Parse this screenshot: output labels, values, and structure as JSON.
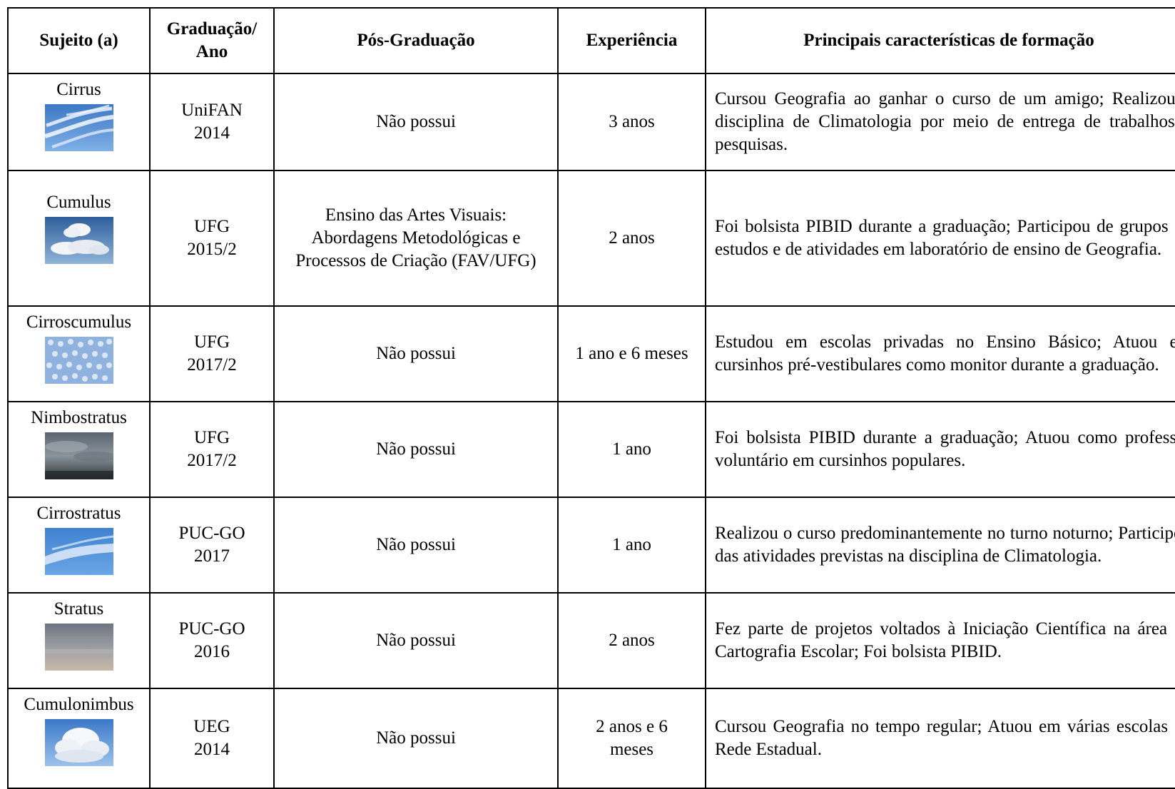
{
  "headers": {
    "sujeito": "Sujeito (a)",
    "graduacao": "Graduação/ Ano",
    "pos": "Pós-Graduação",
    "experiencia": "Experiência",
    "caracteristicas": "Principais características de formação"
  },
  "rows": [
    {
      "sujeito": "Cirrus",
      "cloud_icon": "cirrus-cloud-photo",
      "instituicao": "UniFAN",
      "ano": "2014",
      "pos": "Não possui",
      "experiencia": "3 anos",
      "caracteristicas": "Cursou Geografia ao ganhar o curso de um amigo; Realizou a disciplina de Climatologia por meio de entrega de trabalhos e pesquisas."
    },
    {
      "sujeito": "Cumulus",
      "cloud_icon": "cumulus-cloud-photo",
      "instituicao": "UFG",
      "ano": "2015/2",
      "pos": "Ensino das Artes Visuais: Abordagens Metodológicas e Processos de Criação (FAV/UFG)",
      "experiencia": "2 anos",
      "caracteristicas": "Foi bolsista PIBID durante a graduação; Participou de grupos de estudos e de atividades em laboratório de ensino de Geografia."
    },
    {
      "sujeito": "Cirroscumulus",
      "cloud_icon": "cirrocumulus-cloud-photo",
      "instituicao": "UFG",
      "ano": "2017/2",
      "pos": "Não possui",
      "experiencia": "1 ano e 6 meses",
      "caracteristicas": "Estudou em escolas privadas no Ensino Básico; Atuou em cursinhos pré-vestibulares como monitor durante a graduação."
    },
    {
      "sujeito": "Nimbostratus",
      "cloud_icon": "nimbostratus-cloud-photo",
      "instituicao": "UFG",
      "ano": "2017/2",
      "pos": "Não possui",
      "experiencia": "1 ano",
      "caracteristicas": "Foi bolsista PIBID durante a graduação; Atuou como professor voluntário em cursinhos populares."
    },
    {
      "sujeito": "Cirrostratus",
      "cloud_icon": "cirrostratus-cloud-photo",
      "instituicao": "PUC-GO",
      "ano": "2017",
      "pos": "Não possui",
      "experiencia": "1 ano",
      "caracteristicas": "Realizou o curso predominantemente no turno noturno; Participou das atividades previstas na disciplina de Climatologia."
    },
    {
      "sujeito": "Stratus",
      "cloud_icon": "stratus-cloud-photo",
      "instituicao": "PUC-GO",
      "ano": "2016",
      "pos": "Não possui",
      "experiencia": "2 anos",
      "caracteristicas": "Fez parte de projetos voltados à Iniciação Científica na área da Cartografia Escolar; Foi bolsista PIBID."
    },
    {
      "sujeito": "Cumulonimbus",
      "cloud_icon": "cumulonimbus-cloud-photo",
      "instituicao": "UEG",
      "ano": "2014",
      "pos": "Não possui",
      "experiencia": "2 anos e 6 meses",
      "caracteristicas": "Cursou Geografia no tempo regular; Atuou em várias escolas da Rede Estadual."
    }
  ]
}
